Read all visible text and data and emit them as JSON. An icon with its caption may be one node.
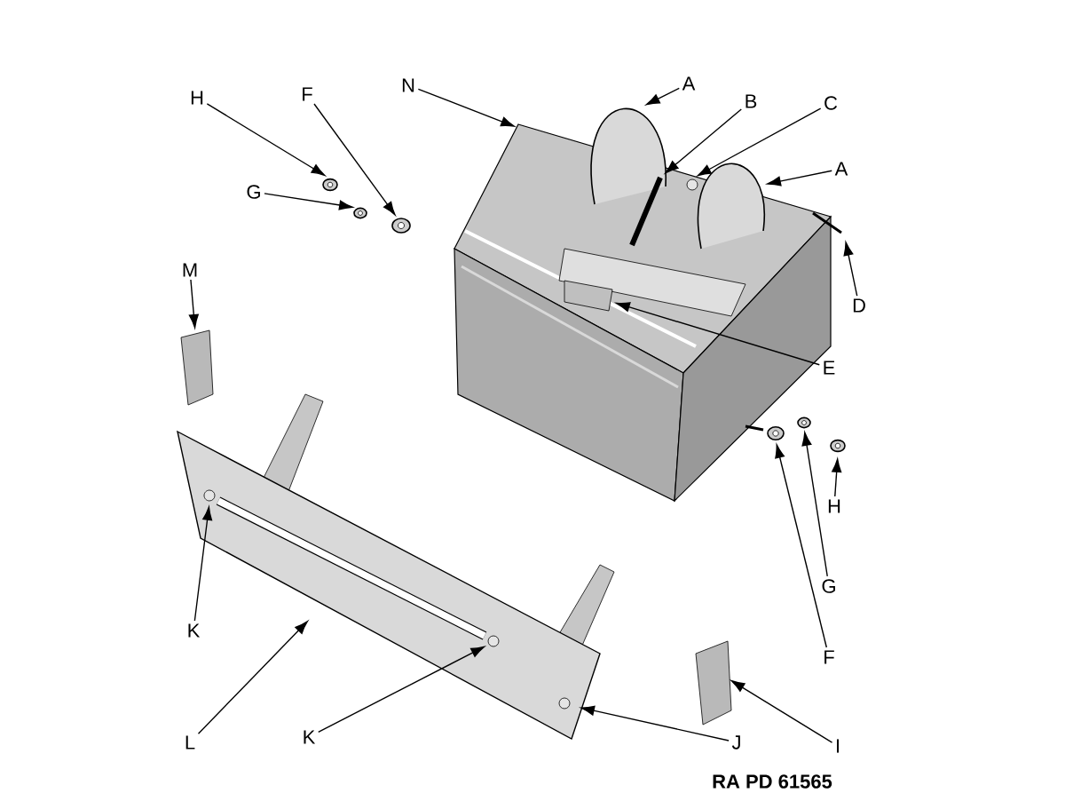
{
  "diagram": {
    "nodes": [
      {
        "text": [
          "H"
        ]
      },
      {
        "text": [
          "F"
        ]
      },
      {
        "text": [
          "N"
        ]
      },
      {
        "text": [
          "A"
        ]
      },
      {
        "text": [
          "B"
        ]
      },
      {
        "text": [
          "C"
        ]
      },
      {
        "text": [
          "G"
        ]
      },
      {
        "text": [
          "A"
        ]
      },
      {
        "text": [
          "D"
        ]
      },
      {
        "text": [
          "M"
        ]
      },
      {
        "text": [
          "E"
        ]
      },
      {
        "text": [
          "H"
        ]
      },
      {
        "text": [
          "G"
        ]
      },
      {
        "text": [
          "F"
        ]
      },
      {
        "text": [
          "K"
        ]
      },
      {
        "text": [
          "L"
        ]
      },
      {
        "text": [
          "K"
        ]
      },
      {
        "text": [
          "J"
        ]
      },
      {
        "text": [
          "I"
        ]
      },
      {
        "text": [],
        "shape": "picture"
      },
      {
        "text": [],
        "shape": "picture"
      },
      {
        "text": [],
        "shape": "circle",
        "in": 19
      },
      {
        "text": [],
        "shape": "picture"
      },
      {
        "text": [],
        "shape": "picture"
      },
      {
        "text": [],
        "shape": "picture"
      },
      {
        "text": [],
        "shape": "picture"
      },
      {
        "text": [],
        "shape": "circle",
        "in": 19
      },
      {
        "text": [],
        "shape": "picture",
        "in": 25
      },
      {
        "text": [],
        "shape": "picture"
      },
      {
        "text": [],
        "shape": "picture",
        "in": 25
      },
      {
        "text": [],
        "shape": "circle",
        "in": 25
      },
      {
        "text": [],
        "shape": "picture"
      },
      {
        "text": [],
        "shape": "picture",
        "in": 25
      },
      {
        "text": [],
        "shape": "picture"
      },
      {
        "text": [],
        "shape": "picture"
      },
      {
        "text": [],
        "shape": "picture"
      },
      {
        "text": [],
        "shape": "picture"
      },
      {
        "text": [],
        "shape": "circle",
        "in": 19
      }
    ],
    "edges": [
      {
        "from": 0,
        "to": 22,
        "arrow": "to"
      },
      {
        "from": 1,
        "to": 24,
        "arrow": "to"
      },
      {
        "from": 2,
        "to": 25,
        "arrow": "to"
      },
      {
        "from": 3,
        "to": 28,
        "arrow": "to"
      },
      {
        "from": 4,
        "to": 29,
        "arrow": "to"
      },
      {
        "from": 5,
        "to": 30,
        "arrow": "to"
      },
      {
        "from": 6,
        "to": 23,
        "arrow": "to"
      },
      {
        "from": 7,
        "to": 32,
        "arrow": "to"
      },
      {
        "from": 8,
        "to": 35,
        "arrow": "to"
      },
      {
        "from": 9,
        "to": 20,
        "arrow": "to"
      },
      {
        "from": 10,
        "to": 27,
        "arrow": "to"
      },
      {
        "from": 11,
        "to": 36,
        "arrow": "to"
      },
      {
        "from": 12,
        "to": 34,
        "arrow": "to"
      },
      {
        "from": 13,
        "to": 33,
        "arrow": "to"
      },
      {
        "from": 14,
        "to": 21,
        "arrow": "to"
      },
      {
        "from": 15,
        "to": 19,
        "arrow": "to"
      },
      {
        "from": 16,
        "to": 37,
        "arrow": "to"
      },
      {
        "from": 17,
        "to": 26,
        "arrow": "to"
      },
      {
        "from": 18,
        "to": 31,
        "arrow": "to"
      }
    ],
    "labels": [
      "RA PD 61565"
    ]
  }
}
